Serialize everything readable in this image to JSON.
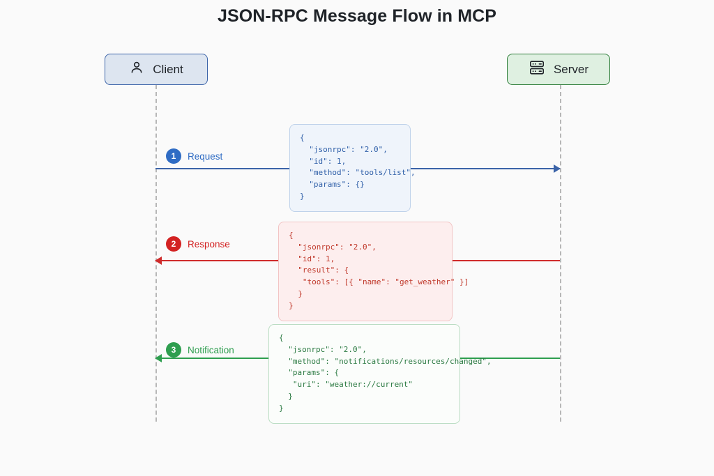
{
  "diagram": {
    "title": "JSON-RPC Message Flow in MCP",
    "type": "sequence-diagram",
    "background_color": "#fafafa",
    "participants": [
      {
        "id": "client",
        "label": "Client",
        "icon": "user-icon",
        "fill_color": "#dde5f0",
        "border_color": "#3b63a8"
      },
      {
        "id": "server",
        "label": "Server",
        "icon": "server-icon",
        "fill_color": "#dff0e1",
        "border_color": "#2e7d39"
      }
    ],
    "messages": [
      {
        "step": "1",
        "label": "Request",
        "direction": "client-to-server",
        "color": "#2f6cc4",
        "payload": "{\n  \"jsonrpc\": \"2.0\",\n  \"id\": 1,\n  \"method\": \"tools/list\",\n  \"params\": {}\n}"
      },
      {
        "step": "2",
        "label": "Response",
        "direction": "server-to-client",
        "color": "#d32222",
        "payload": "{\n  \"jsonrpc\": \"2.0\",\n  \"id\": 1,\n  \"result\": {\n   \"tools\": [{ \"name\": \"get_weather\" }]\n  }\n}"
      },
      {
        "step": "3",
        "label": "Notification",
        "direction": "server-to-client",
        "color": "#2e9e4f",
        "payload": "{\n  \"jsonrpc\": \"2.0\",\n  \"method\": \"notifications/resources/changed\",\n  \"params\": {\n   \"uri\": \"weather://current\"\n  }\n}"
      }
    ]
  }
}
